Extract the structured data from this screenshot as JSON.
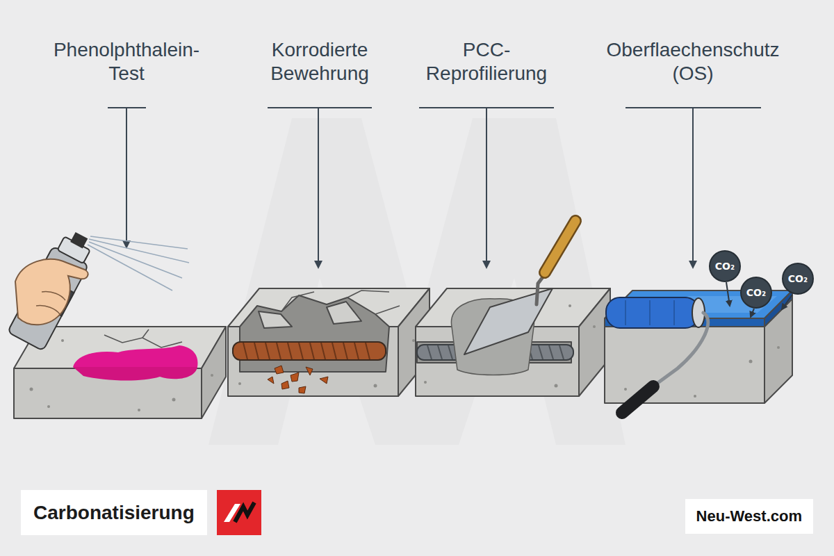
{
  "diagram": {
    "title": "Carbonatisierung",
    "nodes": [
      {
        "text": [
          "CO₂"
        ]
      },
      {
        "text": [
          "CO₂"
        ]
      },
      {
        "text": [
          "CO₂"
        ]
      }
    ],
    "labels": [
      "Phenolphthalein- Test",
      "Korrodierte Bewehrung",
      "PCC- Reprofilierung",
      "Oberflaechenschutz (OS)",
      "Neu-West.com"
    ]
  }
}
